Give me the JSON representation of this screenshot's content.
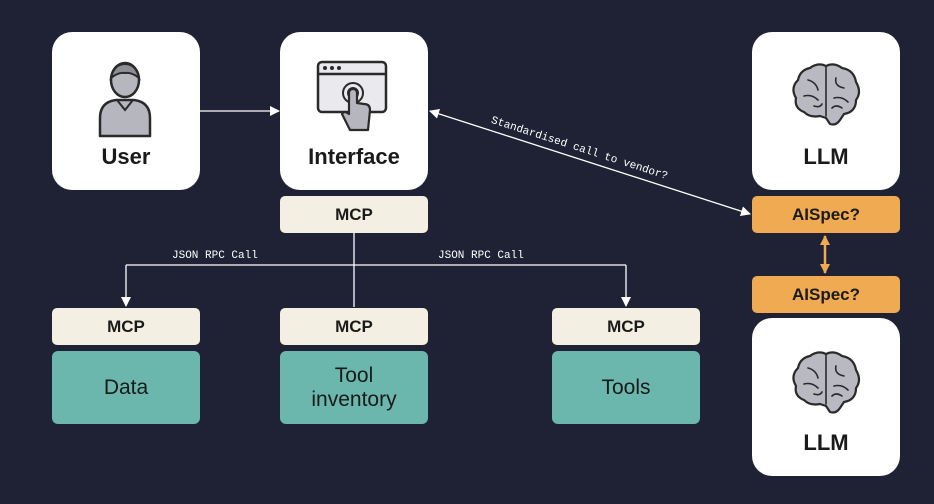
{
  "nodes": {
    "user": "User",
    "interface": "Interface",
    "llm_top": "LLM",
    "llm_bottom": "LLM",
    "mcp_interface": "MCP",
    "mcp_data": "MCP",
    "mcp_tool_inventory": "MCP",
    "mcp_tools": "MCP",
    "aispec_top": "AISpec?",
    "aispec_bottom": "AISpec?",
    "data": "Data",
    "tool_inventory_line1": "Tool",
    "tool_inventory_line2": "inventory",
    "tools": "Tools"
  },
  "edges": {
    "json_rpc_left": "JSON RPC Call",
    "json_rpc_right": "JSON RPC Call",
    "vendor_call": "Standardised call to vendor?"
  },
  "colors": {
    "background": "#1f2235",
    "card": "#ffffff",
    "mcp_pill": "#f3efe2",
    "aispec_pill": "#f0ab52",
    "teal": "#6bb7ad"
  },
  "icons": [
    "user-icon",
    "touch-interface-icon",
    "brain-icon"
  ]
}
